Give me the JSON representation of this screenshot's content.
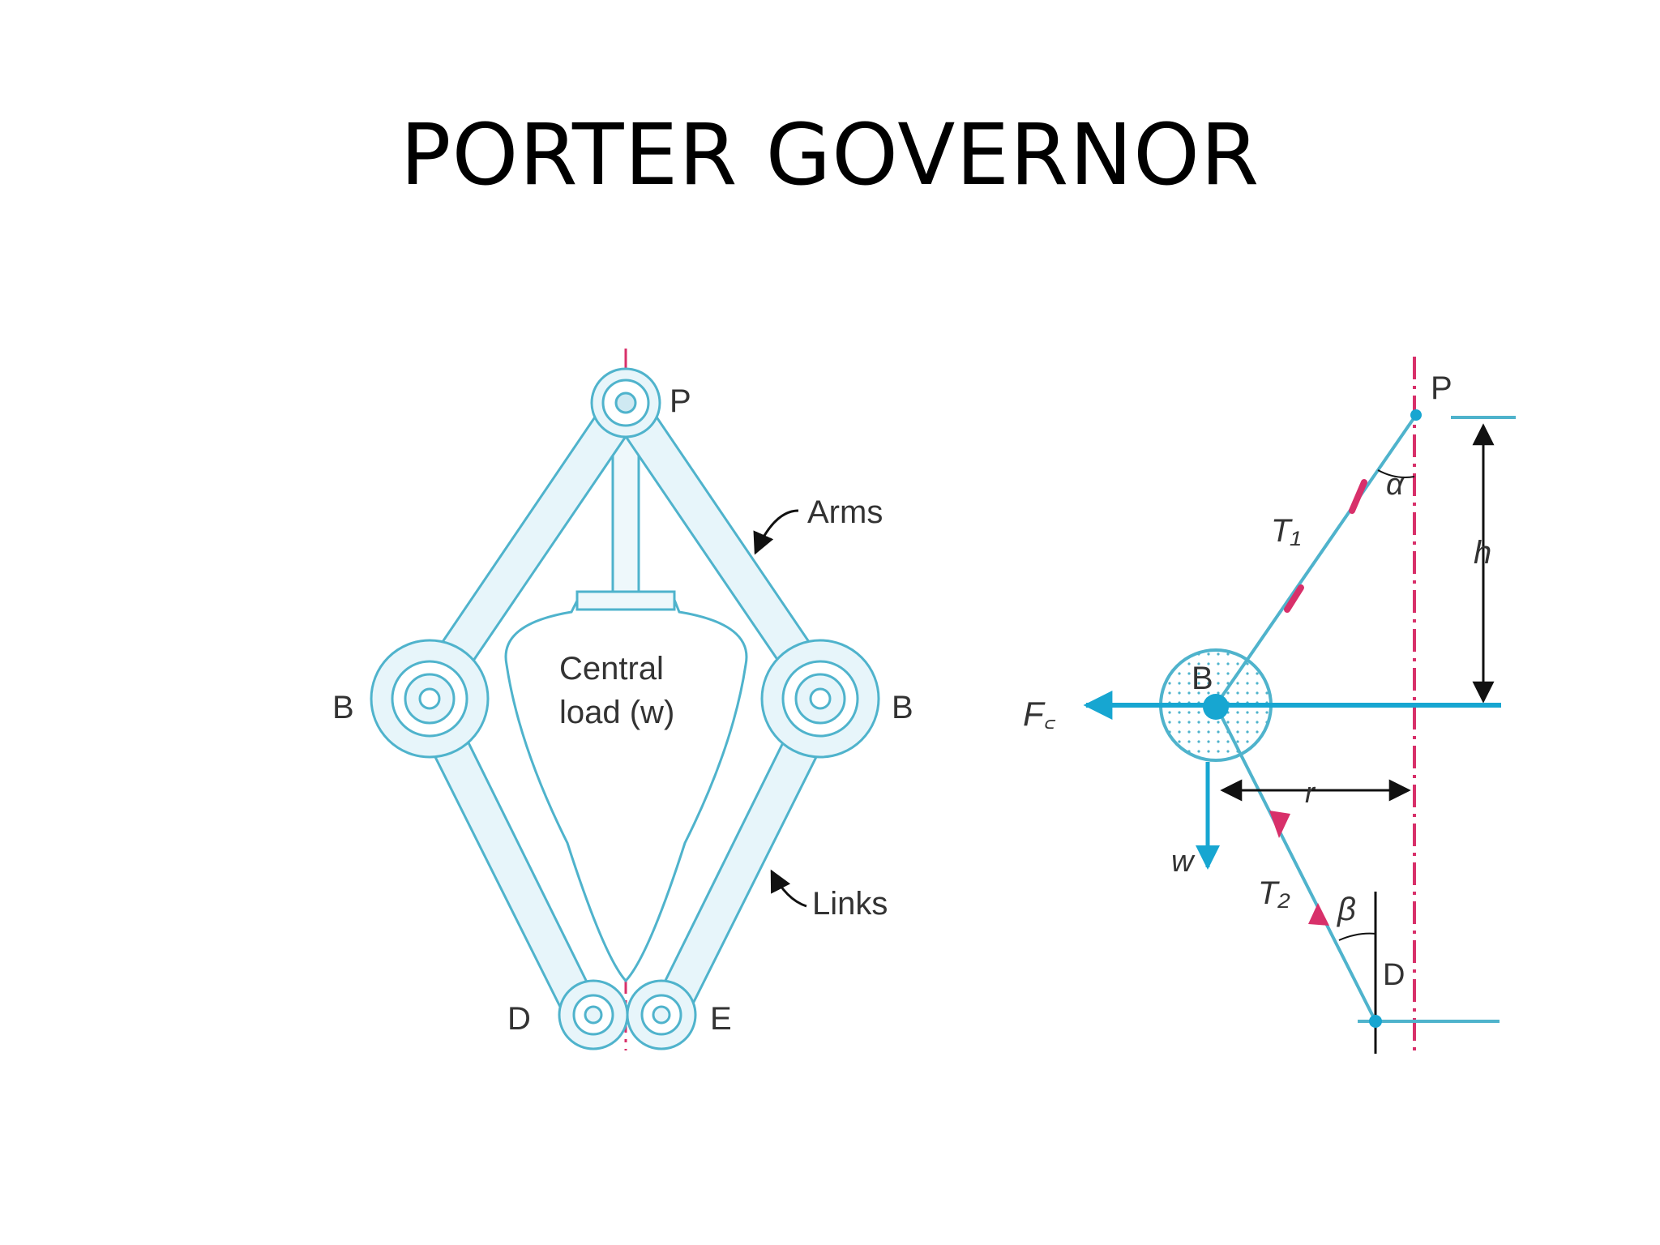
{
  "slide": {
    "title": "PORTER GOVERNOR"
  },
  "left_diagram": {
    "labels": {
      "top_pivot": "P",
      "left_ball": "B",
      "right_ball": "B",
      "bottom_left": "D",
      "bottom_right": "E",
      "arms": "Arms",
      "links": "Links",
      "central_load_line1": "Central",
      "central_load_line2": "load (w)"
    }
  },
  "right_diagram": {
    "labels": {
      "pivot": "P",
      "ball": "B",
      "bottom": "D",
      "angle_alpha": "α",
      "angle_beta": "β",
      "tension_1": "T₁",
      "tension_2": "T₂",
      "height": "h",
      "radius": "r",
      "centrifugal_force": "F꜀",
      "weight": "w"
    }
  },
  "colors": {
    "line": "#4fb3cc",
    "fill": "#dff1f7",
    "axis": "#d8306a",
    "force": "#17a6d1",
    "text": "#333333"
  }
}
